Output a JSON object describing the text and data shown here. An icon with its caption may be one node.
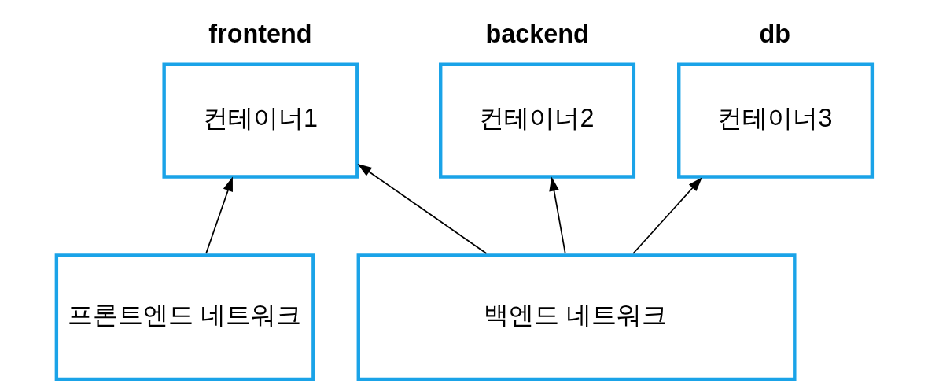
{
  "diagram": {
    "nodes": [
      {
        "text": [
          "frontend",
          "컨테이너1"
        ]
      },
      {
        "text": [
          "backend",
          "컨테이너2"
        ]
      },
      {
        "text": [
          "db",
          "컨테이너3"
        ]
      },
      {
        "text": [
          "프론트엔드 네트워크"
        ]
      },
      {
        "text": [
          "백엔드 네트워크"
        ]
      }
    ],
    "edges": [
      {
        "from": 3,
        "to": 0,
        "arrow": "to"
      },
      {
        "from": 4,
        "to": 0,
        "arrow": "to"
      },
      {
        "from": 4,
        "to": 1,
        "arrow": "to"
      },
      {
        "from": 4,
        "to": 2,
        "arrow": "to"
      }
    ]
  }
}
